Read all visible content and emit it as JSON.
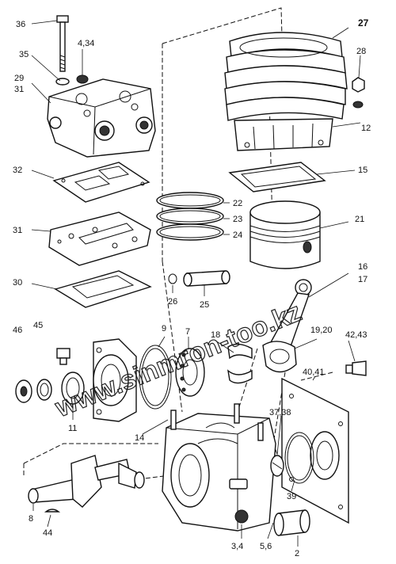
{
  "callouts": {
    "c36": "36",
    "c4_34": "4,34",
    "c27": "27",
    "c35": "35",
    "c29": "29",
    "c31a": "31",
    "c28": "28",
    "c12": "12",
    "c32": "32",
    "c15": "15",
    "c22": "22",
    "c23": "23",
    "c24": "24",
    "c21": "21",
    "c31b": "31",
    "c16": "16",
    "c17": "17",
    "c30": "30",
    "c26": "26",
    "c25": "25",
    "c46": "46",
    "c45": "45",
    "c9": "9",
    "c7": "7",
    "c18": "18",
    "c19_20": "19,20",
    "c42_43": "42,43",
    "c40_41": "40,41",
    "c11": "11",
    "c14": "14",
    "c37_38": "37,38",
    "c39": "39",
    "c8": "8",
    "c44": "44",
    "c3_4": "3,4",
    "c5_6": "5,6",
    "c2": "2"
  },
  "watermark": "www.sinmron-too.kz"
}
